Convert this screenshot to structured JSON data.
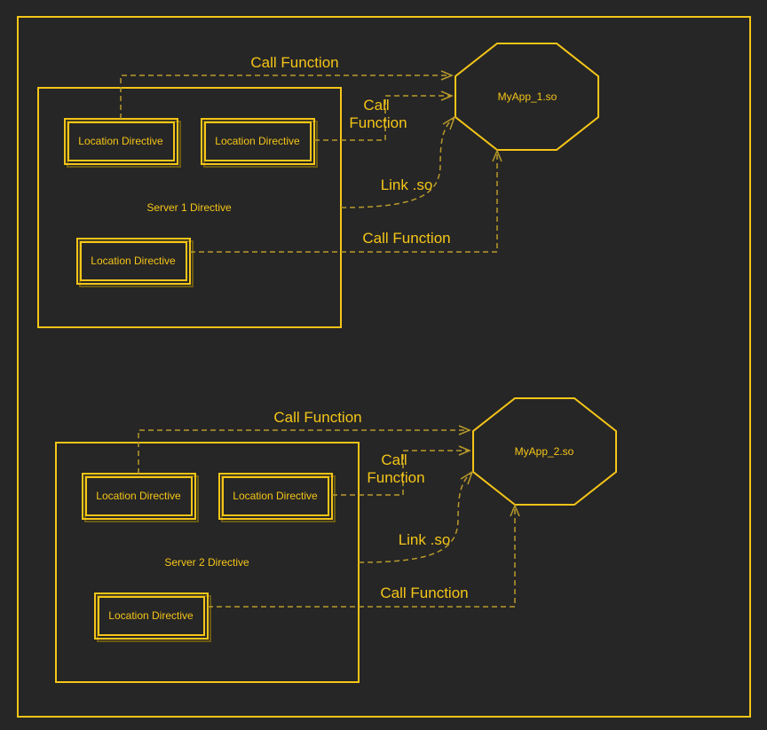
{
  "colors": {
    "background": "#262626",
    "stroke": "#f5c518",
    "edge": "#b89a2a"
  },
  "group1": {
    "server_label": "Server 1 Directive",
    "location_1": "Location Directive",
    "location_2": "Location Directive",
    "location_3": "Location Directive",
    "app_label": "MyApp_1.so",
    "edge_call_top": "Call Function",
    "edge_call_mid_line1": "Call",
    "edge_call_mid_line2": "Function",
    "edge_link": "Link .so",
    "edge_call_bottom": "Call Function"
  },
  "group2": {
    "server_label": "Server 2 Directive",
    "location_1": "Location Directive",
    "location_2": "Location Directive",
    "location_3": "Location Directive",
    "app_label": "MyApp_2.so",
    "edge_call_top": "Call Function",
    "edge_call_mid_line1": "Call",
    "edge_call_mid_line2": "Function",
    "edge_link": "Link .so",
    "edge_call_bottom": "Call Function"
  }
}
